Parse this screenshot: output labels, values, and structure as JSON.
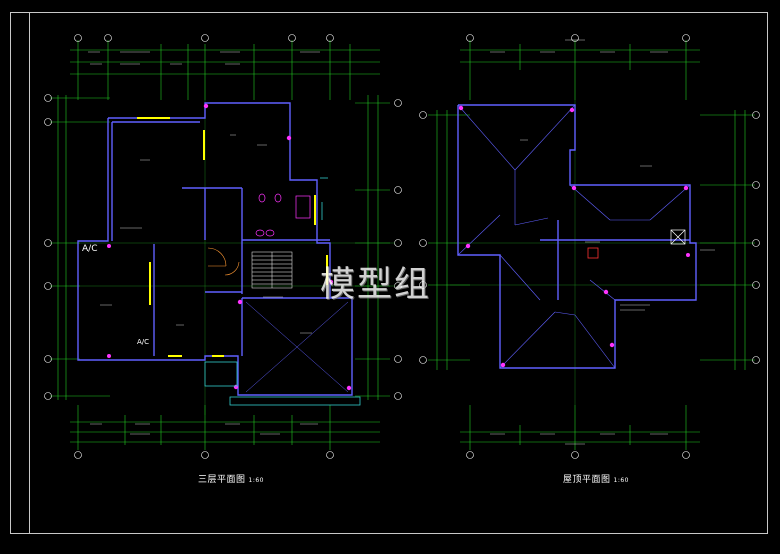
{
  "drawing": {
    "watermark": "模型组",
    "ac_label": "A/C",
    "ac_label_small": "A/C",
    "plans": [
      {
        "title": "三层平面图",
        "scale": "1:60"
      },
      {
        "title": "屋顶平面图",
        "scale": "1:60"
      }
    ]
  },
  "colors": {
    "background": "#000000",
    "frame": "#c8c8c8",
    "dimension": "#22cc22",
    "wall": "#6060ff",
    "text": "#ffffff",
    "column": "#ffff00",
    "marker": "#ff33ff",
    "cyan": "#33cccc"
  }
}
